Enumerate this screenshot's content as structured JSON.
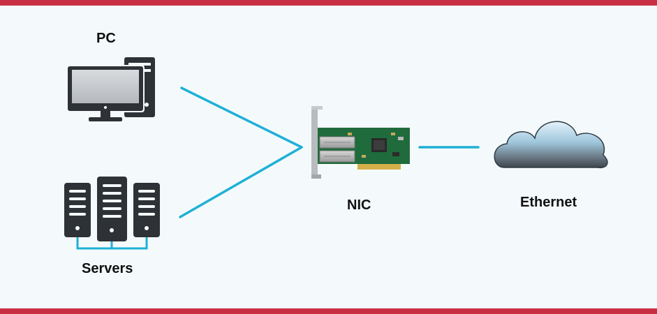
{
  "labels": {
    "pc": "PC",
    "servers": "Servers",
    "nic": "NIC",
    "ethernet": "Ethernet"
  },
  "icons": {
    "pc": "desktop-computer-icon",
    "servers": "server-rack-icon",
    "nic": "network-interface-card-icon",
    "ethernet": "cloud-icon"
  },
  "colors": {
    "frame_bar": "#c82f43",
    "connector": "#1fb0d6",
    "background": "#f4fafc",
    "device_dark": "#2e3236",
    "pcb_green": "#1f6b3c"
  }
}
